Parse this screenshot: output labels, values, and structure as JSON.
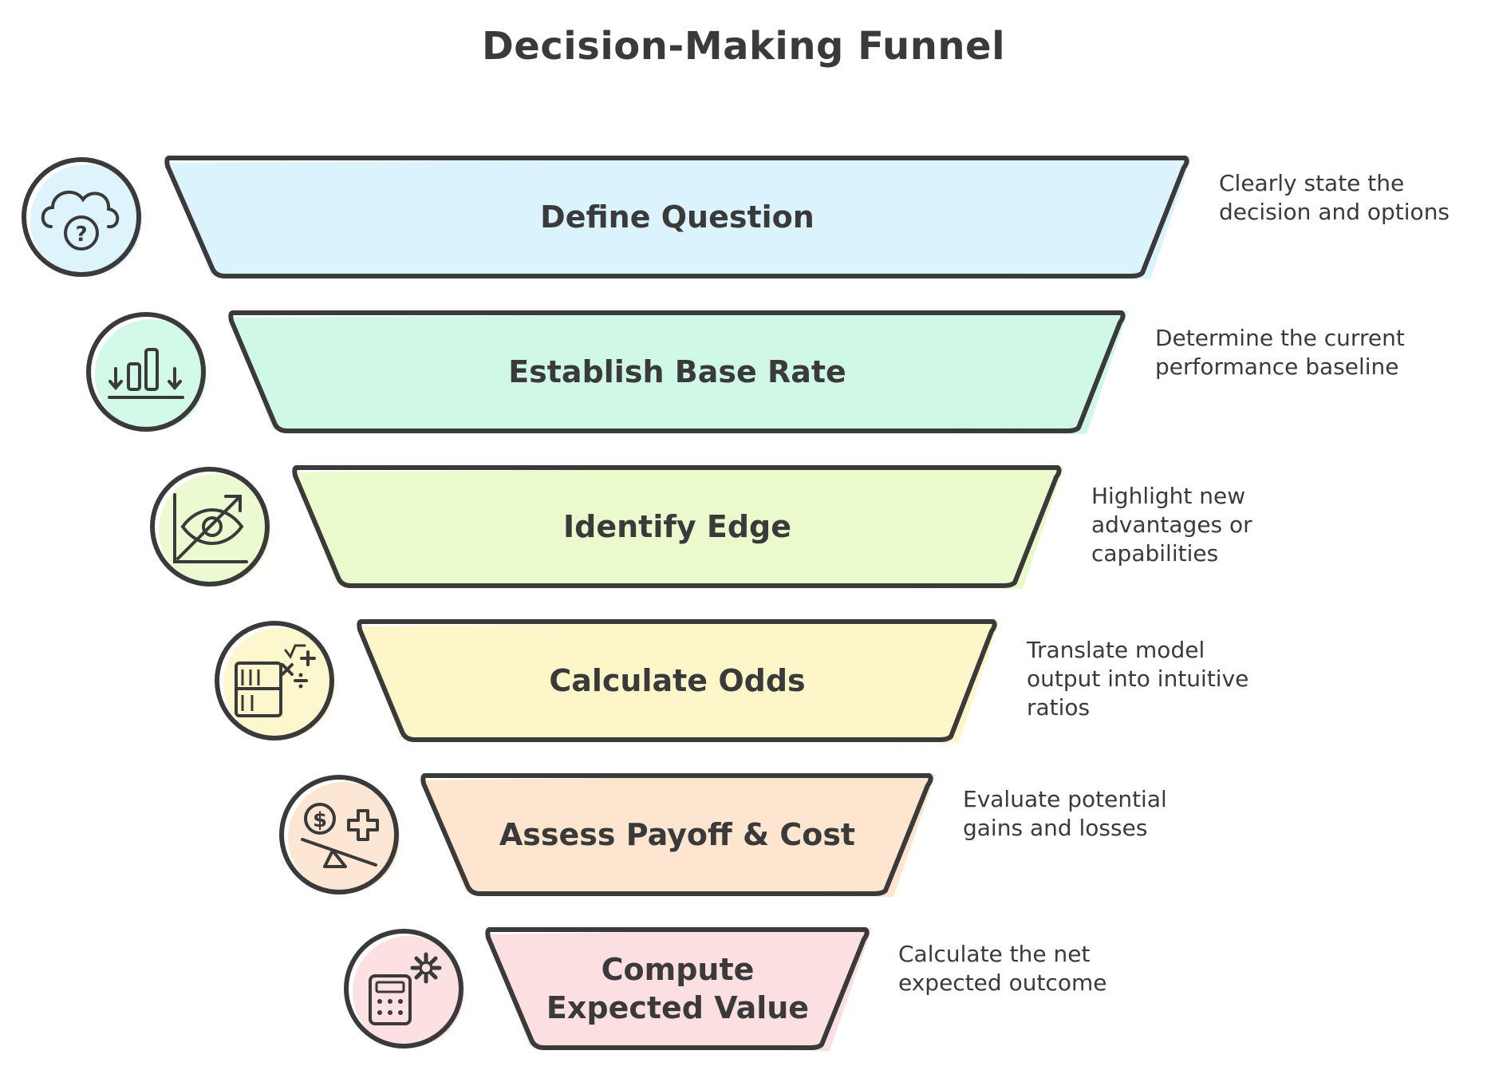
{
  "title": "Decision-Making Funnel",
  "stages": [
    {
      "label": [
        "Define Question"
      ],
      "description": "Clearly state the\ndecision and options",
      "fill": "#d4f1fb",
      "icon": "cloud-question-icon"
    },
    {
      "label": [
        "Establish Base Rate"
      ],
      "description": "Determine the current\nperformance baseline",
      "fill": "#c8f7e3",
      "icon": "bar-chart-icon"
    },
    {
      "label": [
        "Identify Edge"
      ],
      "description": "Highlight new\nadvantages or\ncapabilities",
      "fill": "#e6f9c4",
      "icon": "eye-chart-icon"
    },
    {
      "label": [
        "Calculate Odds"
      ],
      "description": "Translate model\noutput into intuitive\nratios",
      "fill": "#fbf5bf",
      "icon": "math-operations-icon"
    },
    {
      "label": [
        "Assess Payoff & Cost"
      ],
      "description": "Evaluate potential\ngains and losses",
      "fill": "#fde0c8",
      "icon": "balance-dollar-icon"
    },
    {
      "label": [
        "Compute",
        "Expected Value"
      ],
      "description": "Calculate the net\nexpected outcome",
      "fill": "#fcd9db",
      "icon": "calculator-gear-icon"
    }
  ],
  "colors": {
    "stroke": "#3a3a3a",
    "text": "#3a3a3a"
  }
}
